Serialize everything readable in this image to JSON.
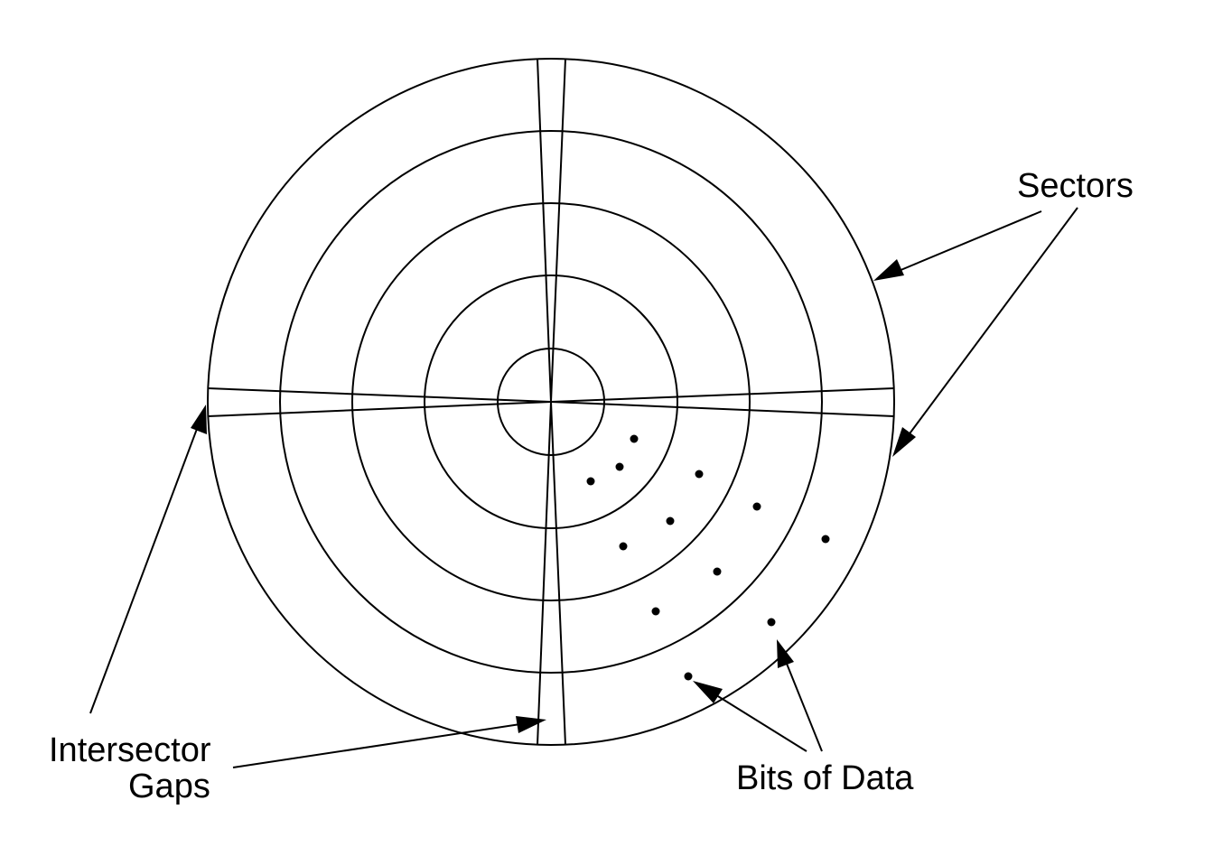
{
  "diagram": {
    "labels": {
      "sectors": "Sectors",
      "intersector_line1": "Intersector",
      "intersector_line2": "Gaps",
      "bits_of_data": "Bits of Data"
    },
    "colors": {
      "stroke": "#000000",
      "background": "#ffffff"
    }
  }
}
